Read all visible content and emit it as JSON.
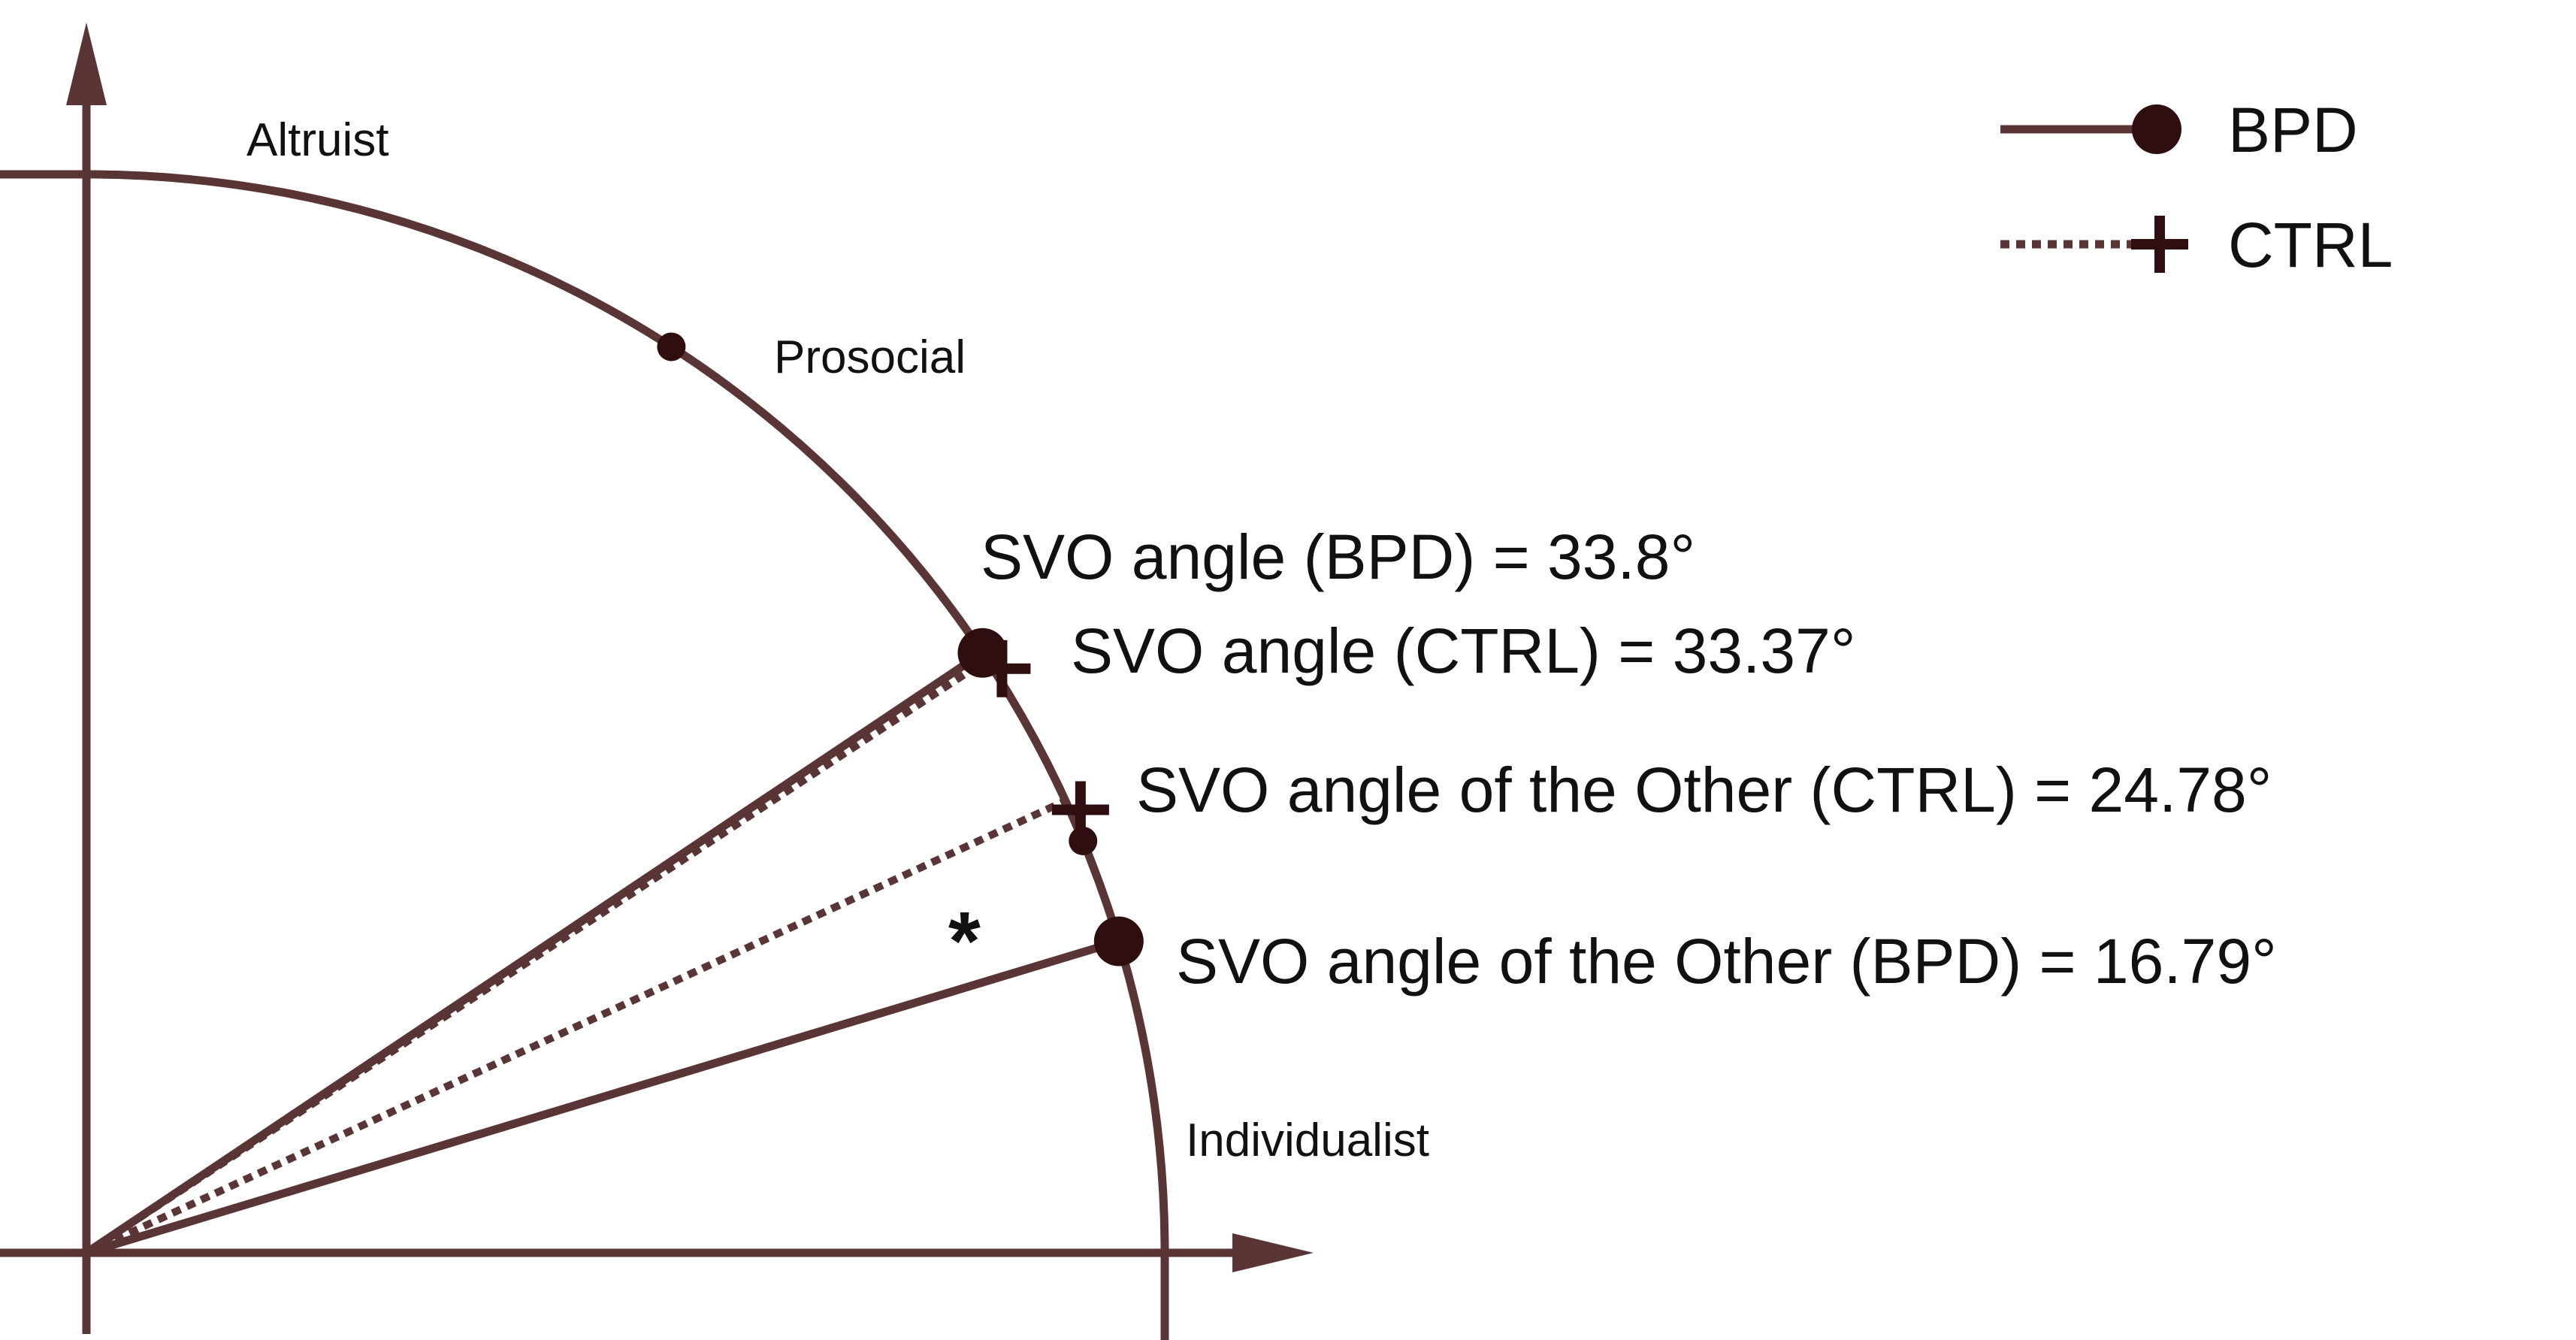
{
  "colors": {
    "line": "#5a3535",
    "marker": "#2e0e0e",
    "text": "#111111",
    "background": "#ffffff"
  },
  "region_labels": {
    "altruist": "Altruist",
    "prosocial": "Prosocial",
    "individualist": "Individualist"
  },
  "legend": [
    {
      "label": "BPD",
      "line_style": "solid",
      "marker": "circle"
    },
    {
      "label": "CTRL",
      "line_style": "dotted",
      "marker": "plus"
    }
  ],
  "svo_angles": [
    {
      "label": "SVO angle (BPD) = 33.8°",
      "group": "BPD",
      "angle_deg": 33.8,
      "line_style": "solid",
      "marker": "circle"
    },
    {
      "label": "SVO angle (CTRL) = 33.37°",
      "group": "CTRL",
      "angle_deg": 33.37,
      "line_style": "dotted",
      "marker": "plus"
    },
    {
      "label": "SVO angle of the Other (CTRL) = 24.78°",
      "group": "CTRL",
      "angle_deg": 24.78,
      "line_style": "dotted",
      "marker": "plus"
    },
    {
      "label": "SVO angle of the Other (BPD) = 16.79°",
      "group": "BPD",
      "angle_deg": 16.79,
      "line_style": "solid",
      "marker": "circle"
    }
  ],
  "boundary_markers_deg": [
    57.15,
    22.45
  ],
  "significance_marker": "*"
}
